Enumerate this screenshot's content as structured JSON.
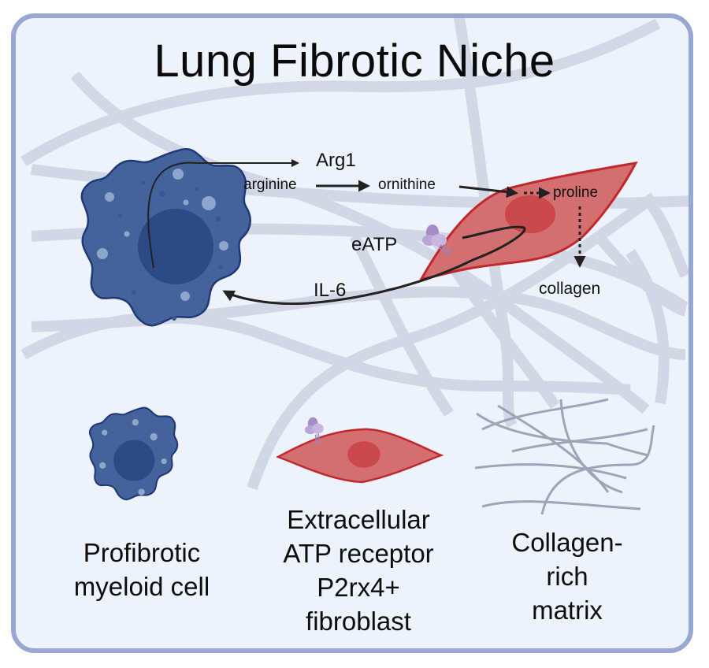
{
  "title": "Lung Fibrotic Niche",
  "colors": {
    "panel_bg": "#eef2fa",
    "panel_border": "#98a8d2",
    "myeloid_cell": "#44639b",
    "myeloid_nucleus": "#2d4a85",
    "fibroblast": "#d36f70",
    "fibroblast_border": "#c0282c",
    "fibroblast_nucleus": "#c94a4e",
    "receptor": "#b9a6d6",
    "collagen_fiber_bg": "#d2d8e6",
    "collagen_fiber_legend": "#8f98ad",
    "arrow": "#222222"
  },
  "diagram": {
    "labels": {
      "arg1": "Arg1",
      "arginine": "arginine",
      "ornithine": "ornithine",
      "proline": "proline",
      "collagen": "collagen",
      "eatp": "eATP",
      "il6": "IL-6"
    },
    "pathway": [
      {
        "from": "myeloid-cell",
        "to": "Arg1",
        "style": "solid"
      },
      {
        "from": "arginine",
        "to": "ornithine",
        "style": "solid"
      },
      {
        "from": "ornithine",
        "to": "fibroblast",
        "style": "solid"
      },
      {
        "from": "fibroblast",
        "to": "proline",
        "style": "dotted"
      },
      {
        "from": "proline",
        "to": "collagen",
        "style": "dotted"
      },
      {
        "from": "fibroblast",
        "to": "myeloid-cell",
        "label": "IL-6",
        "style": "solid"
      }
    ]
  },
  "legend": [
    {
      "name": "myeloid",
      "caption": [
        "Profibrotic",
        "myeloid cell"
      ]
    },
    {
      "name": "fibroblast",
      "caption": [
        "Extracellular",
        "ATP receptor",
        "P2rx4+",
        "fibroblast"
      ]
    },
    {
      "name": "matrix",
      "caption": [
        "Collagen-",
        "rich",
        "matrix"
      ]
    }
  ]
}
